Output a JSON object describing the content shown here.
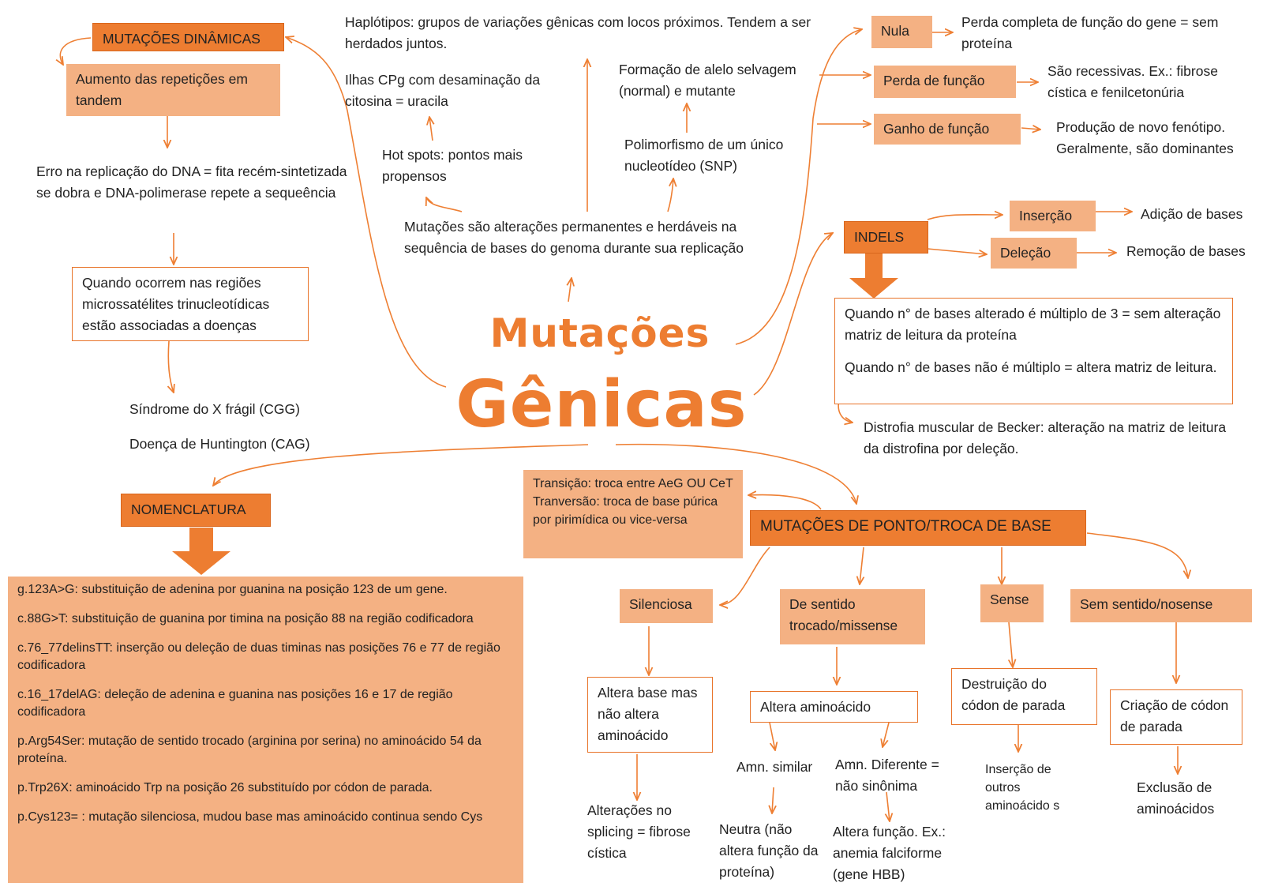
{
  "title": {
    "line1": "Mutações",
    "line2": "Gênicas"
  },
  "nodes": {
    "mut_dinamicas": "MUTAÇÕES DINÂMICAS",
    "aumento_repeticoes": "Aumento das repetições em tandem",
    "erro_replicacao": "Erro na replicação do DNA = fita recém-sintetizada se dobra e DNA-polimerase repete a sequeência",
    "microssatelites": "Quando ocorrem nas regiões microssatélites trinucleotídicas estão associadas a doenças",
    "x_fragil": "Síndrome do X frágil (CGG)",
    "huntington": "Doença de Huntington (CAG)",
    "haplotipos": "Haplótipos: grupos de variações gênicas com locos próximos. Tendem a ser herdados juntos.",
    "ilhas_cpg": "Ilhas CPg com desaminação da citosina = uracila",
    "hot_spots": "Hot spots: pontos mais propensos",
    "definicao": "Mutações são alterações permanentes e herdáveis na sequência de bases do genoma durante sua replicação",
    "alelo": "Formação de alelo selvagem (normal) e mutante",
    "snp": "Polimorfismo de um único nucleotídeo (SNP)",
    "nula": "Nula",
    "nula_desc": "Perda completa de função do gene = sem proteína",
    "perda": "Perda de função",
    "perda_desc": "São recessivas. Ex.: fibrose cística e fenilcetonúria",
    "ganho": "Ganho de função",
    "ganho_desc": "Produção de novo fenótipo. Geralmente, são dominantes",
    "indels": "INDELS",
    "insercao": "Inserção",
    "insercao_desc": "Adição de bases",
    "delecao": "Deleção",
    "delecao_desc": "Remoção de bases",
    "indels_multiplo": "Quando n° de bases alterado é múltiplo de 3 = sem alteração matriz de leitura da proteína",
    "indels_nao_multiplo": "Quando n° de bases não é múltiplo = altera matriz de leitura.",
    "becker": "Distrofia muscular de Becker: alteração na matriz de leitura da distrofina por deleção.",
    "nomenclatura": "NOMENCLATURA",
    "nomenclatura_items": [
      "g.123A>G: substituição de adenina por guanina na posição 123 de um gene.",
      "c.88G>T: substituição de guanina por timina na posição 88 na região codificadora",
      "c.76_77delinsTT: inserção ou deleção de duas timinas nas posições 76 e 77 de região codificadora",
      "c.16_17delAG:  deleção de adenina e guanina nas posições 16 e 17 de região codificadora",
      "p.Arg54Ser: mutação de sentido trocado (arginina por serina) no aminoácido 54 da proteína.",
      "p.Trp26X: aminoácido Trp na posição 26 substituído por códon de parada.",
      "p.Cys123= : mutação silenciosa, mudou base mas aminoácido continua sendo Cys"
    ],
    "transicao": "Transição: troca entre AeG OU CeT",
    "transversao": "Tranversão: troca de base púrica por pirimídica ou vice-versa",
    "ponto": "MUTAÇÕES DE PONTO/TROCA DE BASE",
    "silenciosa": "Silenciosa",
    "silenciosa_desc": "Altera base mas não altera aminoácido",
    "splicing": "Alterações no splicing = fibrose cística",
    "missense": "De sentido trocado/missense",
    "altera_aa": "Altera aminoácido",
    "amn_similar": "Amn. similar",
    "amn_diferente": "Amn. Diferente = não sinônima",
    "neutra": "Neutra (não altera função da proteína)",
    "altera_funcao": "Altera função. Ex.: anemia falciforme (gene HBB)",
    "sense": "Sense",
    "destruicao": "Destruição do códon de parada",
    "insercao_aa": "Inserção de outros aminoácido s",
    "nonsense": "Sem sentido/nosense",
    "criacao": "Criação de códon de parada",
    "exclusao": "Exclusão de aminoácidos"
  },
  "colors": {
    "accent": "#ed7d31",
    "fill": "#f4b183",
    "line": "#ee7f33"
  }
}
